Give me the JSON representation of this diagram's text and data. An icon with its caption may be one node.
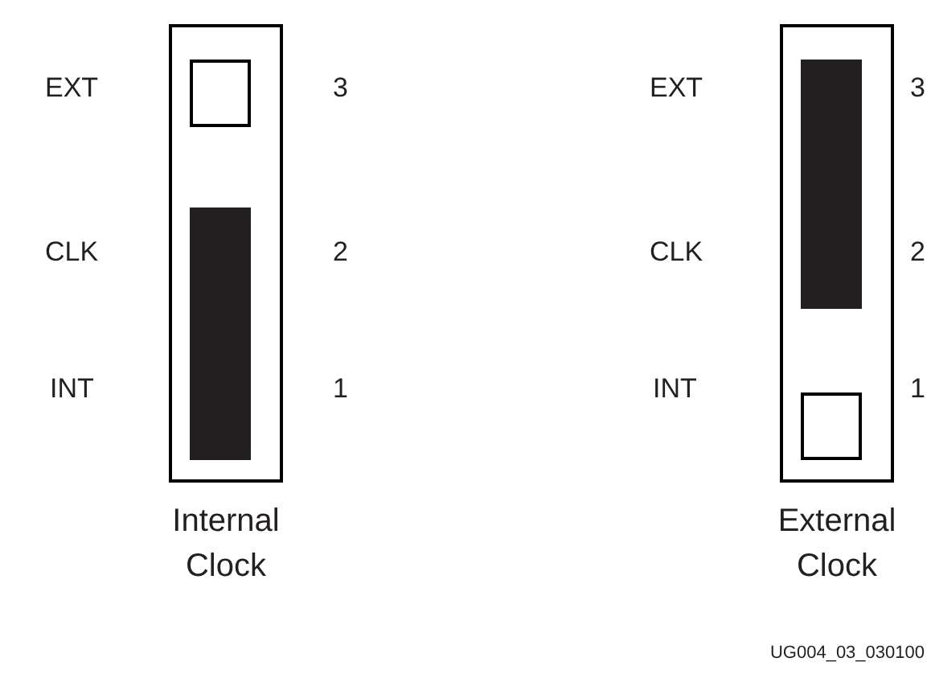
{
  "diagram": {
    "nodes": [
      {
        "text": [
          "Internal Clock"
        ]
      },
      {
        "text": [],
        "shape": "box",
        "in": 0
      },
      {
        "text": [],
        "shape": "bar",
        "in": 0
      },
      {
        "text": [
          "External Clock"
        ]
      },
      {
        "text": [],
        "shape": "bar",
        "in": 3
      },
      {
        "text": [],
        "shape": "box",
        "in": 3
      }
    ],
    "labels": [
      "EXT",
      "3",
      "EXT",
      "3",
      "CLK",
      "2",
      "CLK",
      "2",
      "INT",
      "1",
      "INT",
      "1",
      "UG004_03_030100"
    ]
  }
}
